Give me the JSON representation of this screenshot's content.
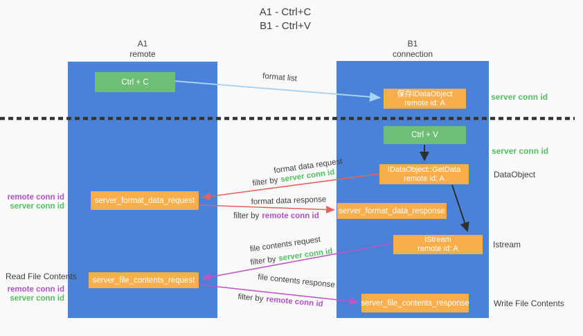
{
  "title": {
    "line1": "A1 - Ctrl+C",
    "line2": "B1 - Ctrl+V"
  },
  "lanes": {
    "left": {
      "name": "A1",
      "role": "remote"
    },
    "right": {
      "name": "B1",
      "role": "connection"
    }
  },
  "nodes": {
    "ctrl_c": "Ctrl + C",
    "save_idataobject_line1": "保存IDataObject",
    "save_idataobject_line2": "remote id: A",
    "ctrl_v": "Ctrl + V",
    "getdata_line1": "IDataObject::GetData",
    "getdata_line2": "remote id: A",
    "format_request": "server_format_data_request",
    "format_response": "server_format_data_response",
    "istream_line1": "IStream",
    "istream_line2": "remote id: A",
    "file_request": "server_file_contents_request",
    "file_response": "server_file_contents_response"
  },
  "edge_labels": {
    "format_list": "format list",
    "format_data_request": "format data request",
    "format_data_request_filter_prefix": "filter by",
    "format_data_request_filter_value": "server conn id",
    "format_data_response": "format data response",
    "format_data_response_filter_prefix": "filter by",
    "format_data_response_filter_value": "remote conn id",
    "file_contents_request": "file contents request",
    "file_contents_request_filter_prefix": "filter by",
    "file_contents_request_filter_value": "server conn id",
    "file_contents_response": "file contents response",
    "file_contents_response_filter_prefix": "filter by",
    "file_contents_response_filter_value": "remote conn id"
  },
  "side_labels": {
    "server_conn_id_top": "server conn id",
    "server_conn_id_mid": "server conn id",
    "dataobject": "DataObject",
    "istream": "Istream",
    "write_file_contents": "Write File Contents",
    "read_file_contents": "Read File Contents",
    "remote_conn_id_1": "remote conn id",
    "server_conn_id_1": "server conn id",
    "remote_conn_id_2": "remote conn id",
    "server_conn_id_2": "server conn id"
  },
  "colors": {
    "lane_blue": "#4a82d9",
    "node_orange": "#f9ae4b",
    "node_green": "#6ebf75",
    "green_text": "#53bf5f",
    "purple_text": "#b153c7",
    "red_arrow": "#e9615f",
    "magenta_arrow": "#c054c9",
    "light_blue_arrow": "#a9d3f1",
    "black_arrow": "#2f2f2f",
    "dark_text": "#3d3d3d",
    "background": "#f9f9f9"
  }
}
